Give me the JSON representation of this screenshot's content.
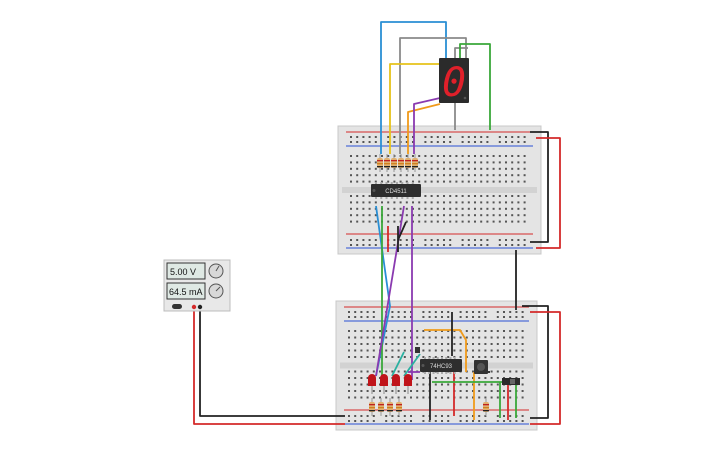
{
  "power_supply": {
    "voltage_readout": "5.00 V",
    "current_readout": "64.5 mA"
  },
  "top_breadboard": {
    "chip_label": "CD4511"
  },
  "bottom_breadboard": {
    "chip_label": "74HC93"
  },
  "seven_segment": {
    "digit": "0"
  },
  "colors": {
    "breadboard": "#e4e4e4",
    "rail_red": "#d42a2a",
    "rail_blue": "#2a4fd4",
    "wire_red": "#d42a2a",
    "wire_black": "#222222",
    "wire_blue": "#2a8fd4",
    "wire_gray": "#8a8a8a",
    "wire_yellow": "#e6c21a",
    "wire_green": "#3aa83a",
    "wire_purple": "#8a3ab0",
    "wire_orange": "#f09a1a",
    "wire_teal": "#2ab0a0",
    "led_red": "#c0141a",
    "segment_on": "#e0202a"
  }
}
